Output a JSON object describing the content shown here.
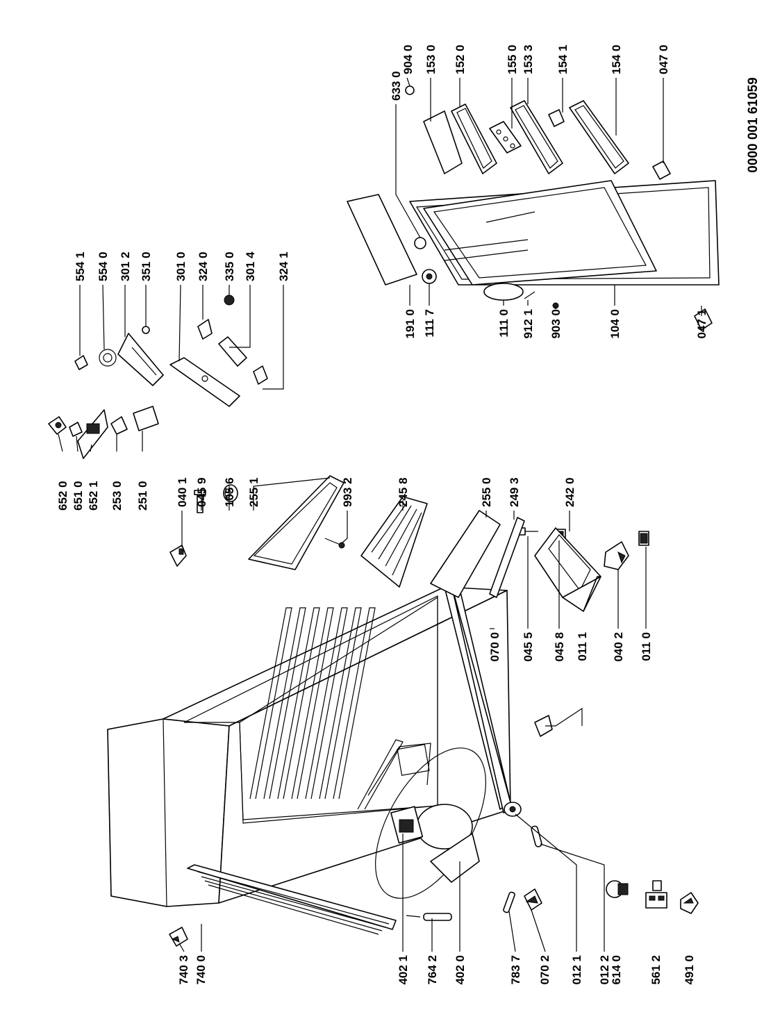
{
  "document_number": "0000 001 61059",
  "callouts": {
    "c7403": "740 3",
    "c7400": "740 0",
    "c4021": "402 1",
    "c7642": "764 2",
    "c4020": "402 0",
    "c7837": "783 7",
    "c0702": "070 2",
    "c0121": "012 1",
    "c0122": "012 2",
    "c6140": "614 0",
    "c5612": "561 2",
    "c4910": "491 0",
    "c0700": "070 0",
    "c0455": "045 5",
    "c0458": "045 8",
    "c0111": "011 1",
    "c0402": "040 2",
    "c0110": "011 0",
    "c0401": "040 1",
    "c0459": "045 9",
    "c1056": "105 6",
    "c2551": "255 1",
    "c9932": "993 2",
    "c2458": "245 8",
    "c2550": "255 0",
    "c2493": "249 3",
    "c2420": "242 0",
    "c6520": "652 0",
    "c6510": "651 0",
    "c6521": "652 1",
    "c2530": "253 0",
    "c2510": "251 0",
    "c5541": "554 1",
    "c5540": "554 0",
    "c3012": "301 2",
    "c3510": "351 0",
    "c3010": "301 0",
    "c3240": "324 0",
    "c3350": "335 0",
    "c3014": "301 4",
    "c3241": "324 1",
    "c6330": "633 0",
    "c9040": "904 0",
    "c1530": "153 0",
    "c1520": "152 0",
    "c1550": "155 0",
    "c1533": "153 3",
    "c1541": "154 1",
    "c1540": "154 0",
    "c0470": "047 0",
    "c1910": "191 0",
    "c1117": "111 7",
    "c1110": "111 0",
    "c9121": "912 1",
    "c9030": "903 0",
    "c1040": "104 0",
    "c0471": "047 1"
  }
}
